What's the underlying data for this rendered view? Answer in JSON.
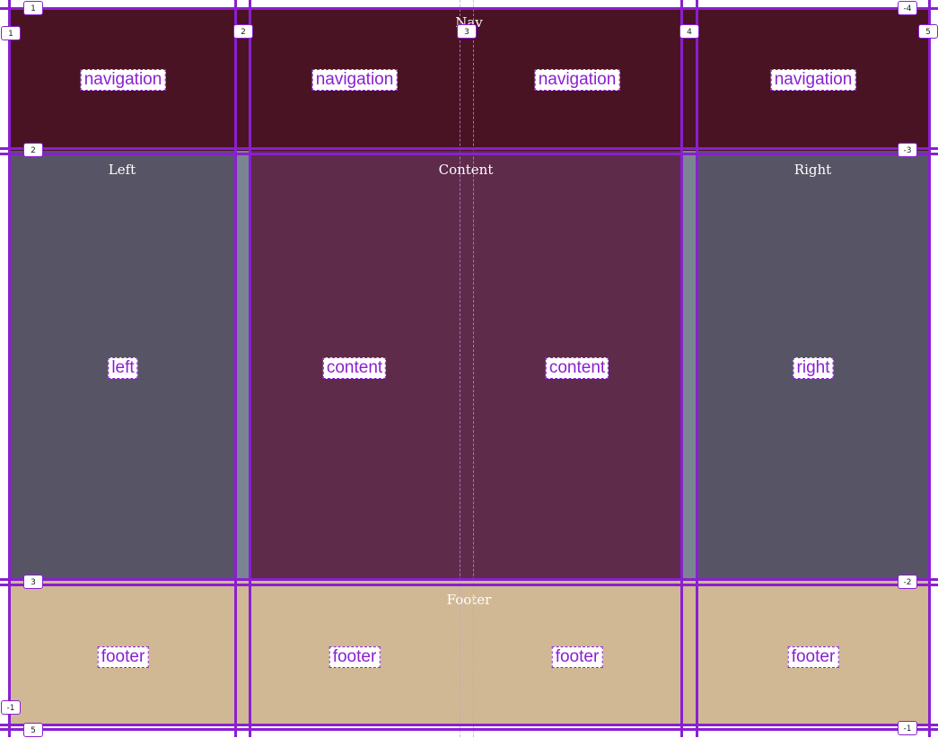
{
  "colors": {
    "nav_bg": "#4a1324",
    "side_bg": "#575565",
    "content_bg": "#5e2b4b",
    "gap_bg": "#7a8592",
    "footer_bg": "#d0b894",
    "grid_line": "#8a1fd1"
  },
  "titles": {
    "nav": "Nav",
    "left": "Left",
    "content": "Content",
    "right": "Right",
    "footer": "Footer"
  },
  "area_labels": {
    "nav": [
      "navigation",
      "navigation",
      "navigation",
      "navigation"
    ],
    "middle": [
      "left",
      "content",
      "content",
      "right"
    ],
    "footer": [
      "footer",
      "footer",
      "footer",
      "footer"
    ]
  },
  "line_numbers": {
    "col_top": [
      "1",
      "2",
      "3",
      "4",
      "5"
    ],
    "row_left": [
      "1",
      "2",
      "3",
      "-1",
      "5"
    ],
    "row_right": [
      "-4",
      "-3",
      "-2",
      "-1"
    ]
  }
}
